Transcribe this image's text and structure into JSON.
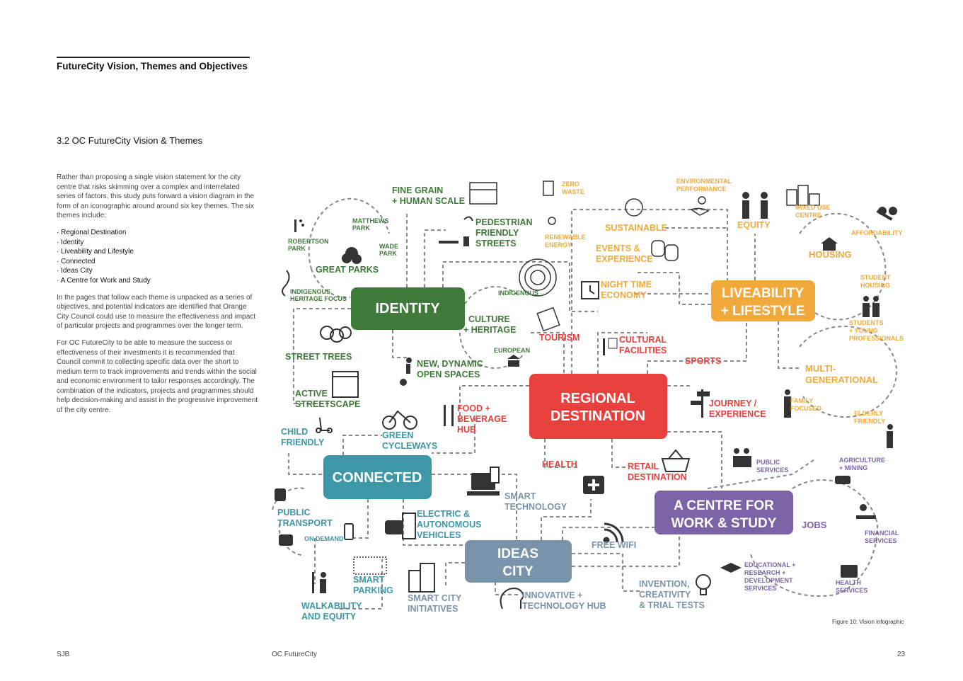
{
  "header": {
    "title": "FutureCity Vision, Themes and Objectives",
    "section": "3.2   OC FutureCity Vision & Themes"
  },
  "body": {
    "p1": "Rather than proposing a single vision statement for the city centre that risks skimming over a complex and interrelated series of factors, this study puts forward a vision diagram in the form of an iconographic around around six key themes. The six themes include:",
    "themes": [
      "Regional Destination",
      "Identity",
      "Liveability and Lifestyle",
      "Connected",
      "Ideas City",
      "A Centre for Work and Study"
    ],
    "p2": "In the pages that follow each theme is unpacked as a series of objectives, and potential indicators are identified that Orange City Council could use to measure the effectiveness and impact of particular projects and programmes over the longer term.",
    "p3": "For OC FutureCity to be able to measure the success or effectiveness of their investments it is recommended that Council commit to collecting specific data over the short to medium term to track improvements and trends within the social and economic environment to tailor responses accordingly. The combination of the indicators, projects and programmes should help decision-making and assist in the progressive improvement of the city centre."
  },
  "colors": {
    "regional": "#e8403d",
    "identity": "#3f7a3a",
    "liveability": "#f2a93b",
    "connected": "#3d97a7",
    "ideas": "#7893aa",
    "work": "#7c63a8",
    "icon": "#333333",
    "dash": "#888888"
  },
  "diagram": {
    "hubs": {
      "regional": [
        "REGIONAL",
        "DESTINATION"
      ],
      "identity": [
        "IDENTITY"
      ],
      "liveability": [
        "LIVEABILITY",
        "+ LIFESTYLE"
      ],
      "connected": [
        "CONNECTED"
      ],
      "ideas": [
        "IDEAS",
        "CITY"
      ],
      "work": [
        "A CENTRE FOR",
        "WORK & STUDY"
      ]
    },
    "identity_labels": {
      "fine_grain": [
        "FINE GRAIN",
        "+ HUMAN SCALE"
      ],
      "pedestrian": [
        "PEDESTRIAN",
        "FRIENDLY",
        "STREETS"
      ],
      "matthews": [
        "MATTHEWS",
        "PARK"
      ],
      "robertson": [
        "ROBERTSON",
        "PARK"
      ],
      "wade": [
        "WADE",
        "PARK"
      ],
      "great_parks": "GREAT PARKS",
      "indigenous_focus": [
        "INDIGENOUS",
        "HERITAGE FOCUS"
      ],
      "indigenous": "INDIGENOUS",
      "culture": [
        "CULTURE",
        "+ HERITAGE"
      ],
      "european": "EUROPEAN",
      "street_trees": "STREET TREES",
      "open_spaces": [
        "NEW, DYNAMIC",
        "OPEN SPACES"
      ],
      "active": [
        "ACTIVE",
        "STREETSCAPE"
      ]
    },
    "liveability_labels": {
      "zero_waste": [
        "ZERO",
        "WASTE"
      ],
      "renewable": [
        "RENEWABLE",
        "ENERGY"
      ],
      "sustainable": "SUSTAINABLE",
      "environmental": [
        "ENVIRONMENTAL",
        "PERFORMANCE"
      ],
      "equity": "EQUITY",
      "events": [
        "EVENTS &",
        "EXPERIENCE"
      ],
      "night": [
        "NIGHT TIME",
        "ECONOMY"
      ],
      "mixed_use": [
        "MIXED USE",
        "CENTRE"
      ],
      "affordability": "AFFORDABILITY",
      "housing": "HOUSING",
      "student_housing": [
        "STUDENT",
        "HOUSING"
      ],
      "students": [
        "STUDENTS",
        "+ YOUNG",
        "PROFESSIONALS"
      ],
      "multi": [
        "MULTI-",
        "GENERATIONAL"
      ],
      "family": [
        "FAMILY",
        "FOCUSED"
      ],
      "elderly": [
        "ELDERLY",
        "FRIENDLY"
      ]
    },
    "regional_labels": {
      "tourism": "TOURISM",
      "cultural": [
        "CULTURAL",
        "FACILITIES"
      ],
      "sports": "SPORTS",
      "journey": [
        "JOURNEY /",
        "EXPERIENCE"
      ],
      "food": [
        "FOOD +",
        "BEVERAGE",
        "HUB"
      ],
      "health": "HEALTH",
      "retail": [
        "RETAIL",
        "DESTINATION"
      ]
    },
    "connected_labels": {
      "child": [
        "CHILD",
        "FRIENDLY"
      ],
      "green": [
        "GREEN",
        "CYCLEWAYS"
      ],
      "public_transport": [
        "PUBLIC",
        "TRANSPORT"
      ],
      "on_demand": "ON DEMAND",
      "electric": [
        "ELECTRIC &",
        "AUTONOMOUS",
        "VEHICLES"
      ],
      "smart_parking": [
        "SMART",
        "PARKING"
      ],
      "walkability": [
        "WALKABILITY",
        "AND EQUITY"
      ]
    },
    "ideas_labels": {
      "smart_tech": [
        "SMART",
        "TECHNOLOGY"
      ],
      "free_wifi": "FREE WIFI",
      "smart_city": [
        "SMART CITY",
        "INITIATIVES"
      ],
      "innovative": [
        "INNOVATIVE +",
        "TECHNOLOGY HUB"
      ],
      "invention": [
        "INVENTION,",
        "CREATIVITY",
        "& TRIAL TESTS"
      ]
    },
    "work_labels": {
      "public_services": [
        "PUBLIC",
        "SERVICES"
      ],
      "agriculture": [
        "AGRICULTURE",
        "+ MINING"
      ],
      "jobs": "JOBS",
      "financial": [
        "FINANCIAL",
        "SERVICES"
      ],
      "educational": [
        "EDUCATIONAL +",
        "RESEARCH +",
        "DEVELOPMENT",
        "SERVICES"
      ],
      "health_services": [
        "HEALTH",
        "SERVICES"
      ]
    }
  },
  "caption": "Figure 10: Vision infographic",
  "footer": {
    "left": "SJB",
    "center": "OC FutureCity",
    "page": "23"
  }
}
